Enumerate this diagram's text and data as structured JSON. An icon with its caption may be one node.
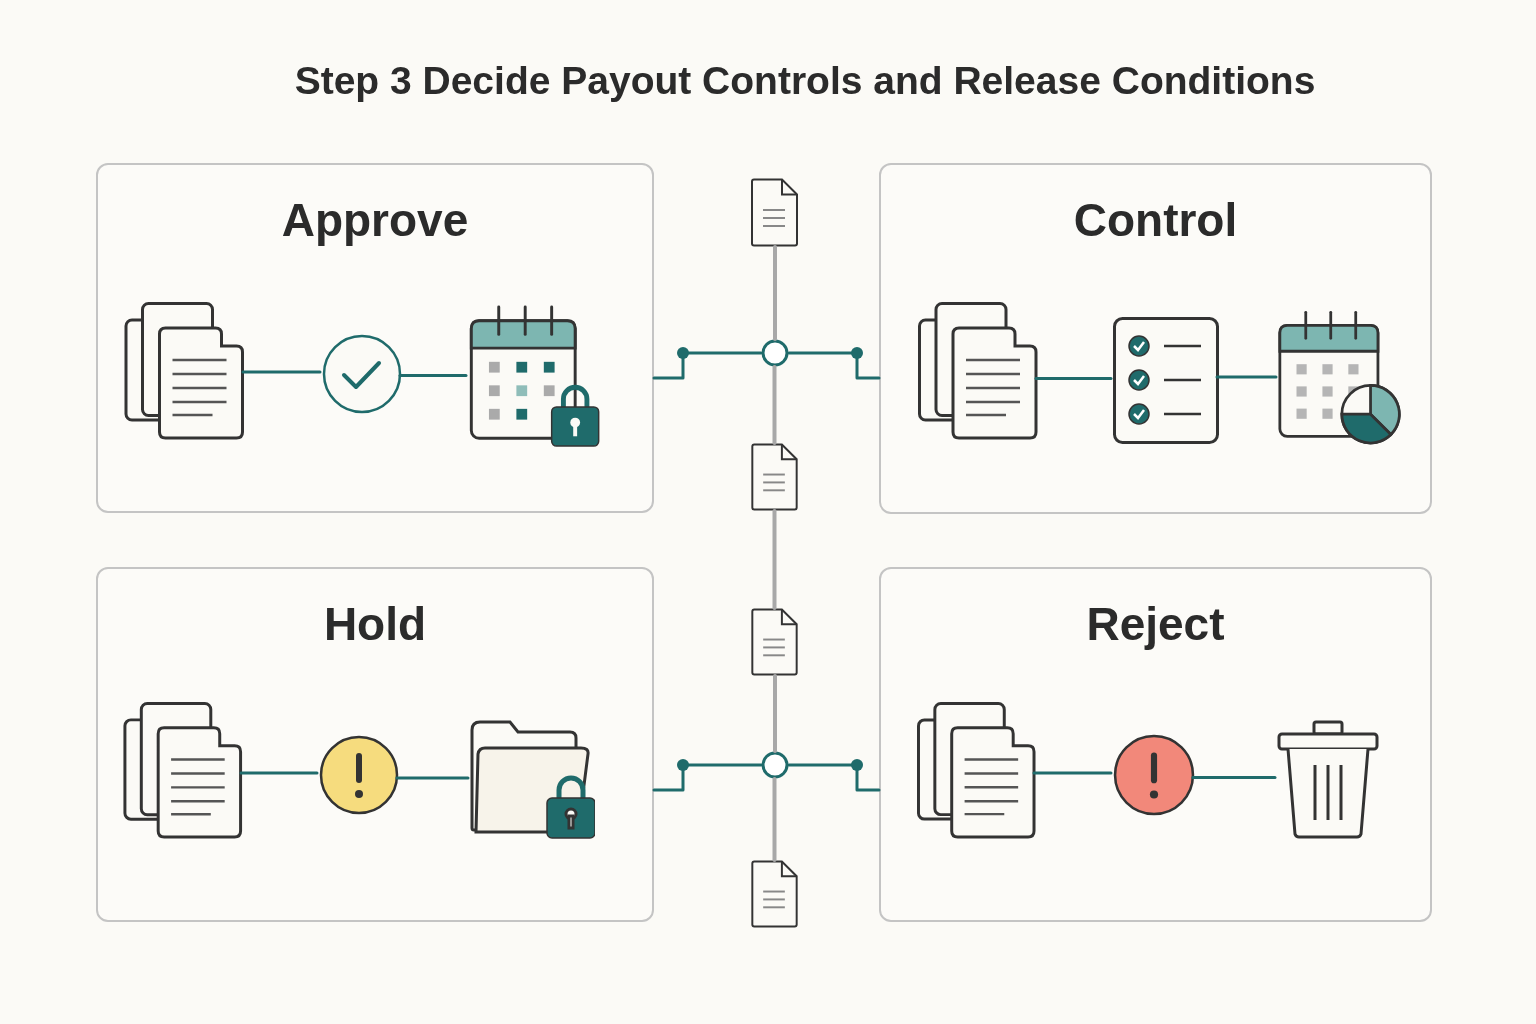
{
  "diagram": {
    "title": "Step 3 Decide Payout Controls and Release Conditions",
    "nodes": [
      {
        "text": [
          "Approve"
        ]
      },
      {
        "text": [
          "Control"
        ]
      },
      {
        "text": [
          "Hold"
        ]
      },
      {
        "text": [
          "Reject"
        ]
      },
      {
        "text": [],
        "shape": "documents",
        "in": 0
      },
      {
        "text": [],
        "shape": "circle",
        "in": 0
      },
      {
        "text": [],
        "shape": "calendar",
        "in": 0
      },
      {
        "text": [],
        "shape": "documents",
        "in": 1
      },
      {
        "text": [],
        "shape": "list",
        "in": 1
      },
      {
        "text": [],
        "shape": "calendar",
        "in": 1
      },
      {
        "text": [],
        "shape": "documents",
        "in": 2
      },
      {
        "text": [],
        "shape": "circle",
        "in": 2
      },
      {
        "text": [],
        "shape": "folder",
        "in": 2
      },
      {
        "text": [],
        "shape": "documents",
        "in": 3
      },
      {
        "text": [],
        "shape": "circle",
        "in": 3
      },
      {
        "text": [],
        "shape": "bin",
        "in": 3
      },
      {
        "text": [],
        "shape": "document"
      },
      {
        "text": [],
        "shape": "circle"
      },
      {
        "text": [],
        "shape": "document"
      },
      {
        "text": [],
        "shape": "document"
      },
      {
        "text": [],
        "shape": "circle"
      },
      {
        "text": [],
        "shape": "document"
      }
    ],
    "edges": [
      {
        "from": 4,
        "to": 5,
        "arrow": "none"
      },
      {
        "from": 5,
        "to": 6,
        "arrow": "none"
      },
      {
        "from": 7,
        "to": 8,
        "arrow": "none"
      },
      {
        "from": 8,
        "to": 9,
        "arrow": "none"
      },
      {
        "from": 10,
        "to": 11,
        "arrow": "none"
      },
      {
        "from": 11,
        "to": 12,
        "arrow": "none"
      },
      {
        "from": 13,
        "to": 14,
        "arrow": "none"
      },
      {
        "from": 14,
        "to": 15,
        "arrow": "none"
      },
      {
        "from": 17,
        "to": 0,
        "arrow": "none"
      },
      {
        "from": 17,
        "to": 1,
        "arrow": "none"
      },
      {
        "from": 20,
        "to": 2,
        "arrow": "none"
      },
      {
        "from": 20,
        "to": 3,
        "arrow": "none"
      },
      {
        "from": 16,
        "to": 17,
        "arrow": "none",
        "color": "#a8a8a8"
      },
      {
        "from": 17,
        "to": 18,
        "arrow": "none",
        "color": "#a8a8a8"
      },
      {
        "from": 18,
        "to": 19,
        "arrow": "none",
        "color": "#a8a8a8"
      },
      {
        "from": 19,
        "to": 20,
        "arrow": "none",
        "color": "#a8a8a8"
      },
      {
        "from": 20,
        "to": 21,
        "arrow": "none",
        "color": "#a8a8a8"
      }
    ]
  }
}
